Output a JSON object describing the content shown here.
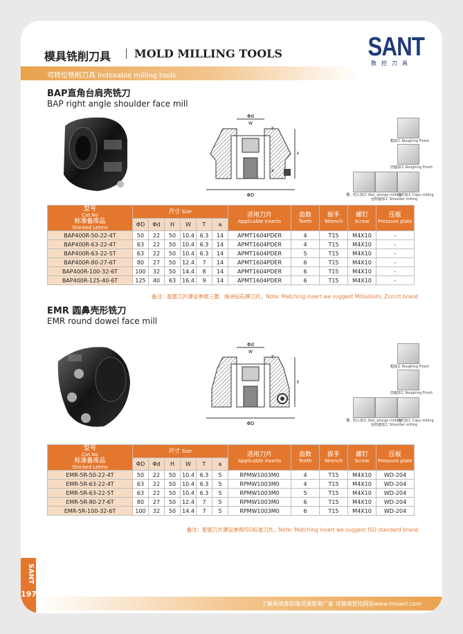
{
  "header": {
    "title_cn": "模具铣削刀具",
    "title_en": "MOLD MILLING TOOLS",
    "subtitle": "可转位铣削刀具 Indexable milling tools"
  },
  "logo": {
    "brand": "SANT",
    "sub": "数控刀具"
  },
  "colors": {
    "accent": "#e4772e",
    "brand": "#1f3a78"
  },
  "bap": {
    "title_cn": "BAP直角台肩壳铣刀",
    "title_en": "BAP right angle shoulder face mill",
    "thumbs": [
      "粗加工 Roughing Finish",
      "仿面加工 Roughing Finish",
      "槽、切入加工 Slot, plunge milling",
      "台阶面加工 Shoulder milling",
      "仿形加工 Copy milling"
    ],
    "diagram": {
      "phi_d": "Φd",
      "w": "W",
      "t": "T",
      "h": "H",
      "a": "a",
      "phi_D": "ΦD"
    },
    "headers": {
      "model_cn": "型号",
      "model_en": "Cat.No",
      "stock_cn": "标准备库品",
      "stock_en": "Stocked Letms",
      "size_cn": "尺寸",
      "size_en": "Size",
      "insert_cn": "适用刀片",
      "insert_en": "Applicable inserts",
      "teeth_cn": "齿数",
      "teeth_en": "Teeth",
      "wrench_cn": "扳手",
      "wrench_en": "Wrench",
      "screw_cn": "螺钉",
      "screw_en": "Screw",
      "plate_cn": "压板",
      "plate_en": "Pressure plate"
    },
    "cols": [
      "ΦD",
      "Φd",
      "H",
      "W",
      "T",
      "a"
    ],
    "rows": [
      {
        "model": "BAP400R-50-22-4T",
        "D": "50",
        "d": "22",
        "H": "50",
        "W": "10.4",
        "T": "6.3",
        "a": "14",
        "insert": "APMT1604PDER",
        "teeth": "4",
        "wrench": "T15",
        "screw": "M4X10",
        "plate": "-"
      },
      {
        "model": "BAP400R-63-22-4T",
        "D": "63",
        "d": "22",
        "H": "50",
        "W": "10.4",
        "T": "6.3",
        "a": "14",
        "insert": "APMT1604PDER",
        "teeth": "4",
        "wrench": "T15",
        "screw": "M4X10",
        "plate": "-"
      },
      {
        "model": "BAP400R-63-22-5T",
        "D": "63",
        "d": "22",
        "H": "50",
        "W": "10.4",
        "T": "6.3",
        "a": "14",
        "insert": "APMT1604PDER",
        "teeth": "5",
        "wrench": "T15",
        "screw": "M4X10",
        "plate": "-"
      },
      {
        "model": "BAP400R-80-27-6T",
        "D": "80",
        "d": "27",
        "H": "50",
        "W": "12.4",
        "T": "7",
        "a": "14",
        "insert": "APMT1604PDER",
        "teeth": "6",
        "wrench": "T15",
        "screw": "M4X10",
        "plate": "-"
      },
      {
        "model": "BAP400R-100-32-6T",
        "D": "100",
        "d": "32",
        "H": "50",
        "W": "14.4",
        "T": "8",
        "a": "14",
        "insert": "APMT1604PDER",
        "teeth": "6",
        "wrench": "T15",
        "screw": "M4X10",
        "plate": "-"
      },
      {
        "model": "BAP400R-125-40-6T",
        "D": "125",
        "d": "40",
        "H": "63",
        "W": "16.4",
        "T": "9",
        "a": "14",
        "insert": "APMT1604PDER",
        "teeth": "6",
        "wrench": "T15",
        "screw": "M4X10",
        "plate": "-"
      }
    ],
    "note": "备注：配套刀片建议参照三菱、株洲钻石牌刀片。Note: Matching insert we suggest Mitsubishi, Zcccct brand"
  },
  "emr": {
    "title_cn": "EMR 圆鼻壳形铣刀",
    "title_en": "EMR round dowel face mill",
    "thumbs": [
      "粗加工 Roughing Finish",
      "仿面加工 Roughing Finish",
      "槽、切入加工 Slot, plunge milling",
      "台阶面加工 Shoulder milling",
      "仿形加工 Copy milling"
    ],
    "diagram": {
      "phi_d": "Φd",
      "w": "W",
      "t": "T",
      "h": "H",
      "phi_D": "ΦD"
    },
    "cols": [
      "ΦD",
      "Φd",
      "H",
      "W",
      "T",
      "a"
    ],
    "rows": [
      {
        "model": "EMR-5R-50-22-4T",
        "D": "50",
        "d": "22",
        "H": "50",
        "W": "10.4",
        "T": "6.3",
        "a": "5",
        "insert": "RPMW1003M0",
        "teeth": "4",
        "wrench": "T15",
        "screw": "M4X10",
        "plate": "WD-204"
      },
      {
        "model": "EMR-5R-63-22-4T",
        "D": "63",
        "d": "22",
        "H": "50",
        "W": "10.4",
        "T": "6.3",
        "a": "5",
        "insert": "RPMW1003M0",
        "teeth": "4",
        "wrench": "T15",
        "screw": "M4X10",
        "plate": "WD-204"
      },
      {
        "model": "EMR-5R-63-22-5T",
        "D": "63",
        "d": "22",
        "H": "50",
        "W": "10.4",
        "T": "6.3",
        "a": "5",
        "insert": "RPMW1003M0",
        "teeth": "5",
        "wrench": "T15",
        "screw": "M4X10",
        "plate": "WD-204"
      },
      {
        "model": "EMR-5R-80-27-6T",
        "D": "80",
        "d": "27",
        "H": "50",
        "W": "12.4",
        "T": "7",
        "a": "5",
        "insert": "RPMW1003M0",
        "teeth": "6",
        "wrench": "T15",
        "screw": "M4X10",
        "plate": "WD-204"
      },
      {
        "model": "EMR-5R-100-32-6T",
        "D": "100",
        "d": "32",
        "H": "50",
        "W": "14.4",
        "T": "7",
        "a": "5",
        "insert": "RPMW1003M0",
        "teeth": "6",
        "wrench": "T15",
        "screw": "M4X10",
        "plate": "WD-204"
      }
    ],
    "note": "备注：配套刀片建议参照ISO标准刀片。Note: Matching insert we suggest ISO standard brand"
  },
  "footer": {
    "side": "SANT",
    "page": "197",
    "text": "了解具体库存情况请致电厂家  详情请登陆网站www.hnsant.com"
  }
}
